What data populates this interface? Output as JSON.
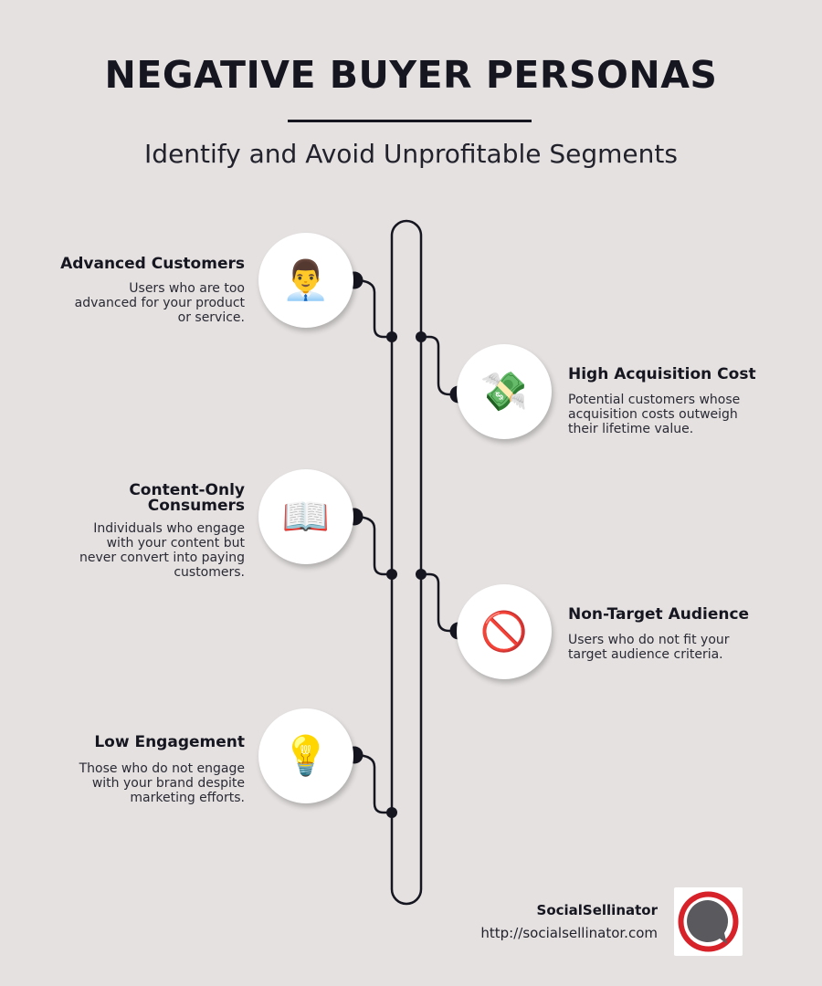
{
  "header": {
    "title": "NEGATIVE BUYER PERSONAS",
    "subtitle": "Identify and Avoid Unprofitable Segments"
  },
  "personas": [
    {
      "title": "Advanced Customers",
      "description_lines": [
        "Users who are too",
        "advanced for your product",
        "or service."
      ],
      "icon": "man-office-worker-icon",
      "emoji": "👨‍💼",
      "side": "left"
    },
    {
      "title": "High Acquisition Cost",
      "description_lines": [
        "Potential customers whose",
        "acquisition costs outweigh",
        "their lifetime value."
      ],
      "icon": "money-with-wings-icon",
      "emoji": "💸",
      "side": "right"
    },
    {
      "title_lines": [
        "Content-Only",
        "Consumers"
      ],
      "description_lines": [
        "Individuals who engage",
        "with your content but",
        "never convert into paying",
        "customers."
      ],
      "icon": "open-book-icon",
      "emoji": "📖",
      "side": "left"
    },
    {
      "title": "Non-Target Audience",
      "description_lines": [
        "Users who do not fit your",
        "target audience criteria."
      ],
      "icon": "prohibited-icon",
      "emoji": "🚫",
      "side": "right"
    },
    {
      "title": "Low Engagement",
      "description_lines": [
        "Those who do not engage",
        "with your brand despite",
        "marketing efforts."
      ],
      "icon": "light-bulb-icon",
      "emoji": "💡",
      "side": "left"
    }
  ],
  "footer": {
    "brand": "SocialSellinator",
    "url": "http://socialsellinator.com"
  },
  "colors": {
    "background": "#e5e1e1",
    "ink": "#161620",
    "logo_red": "#d8222a",
    "logo_gray": "#5a5a5e"
  }
}
